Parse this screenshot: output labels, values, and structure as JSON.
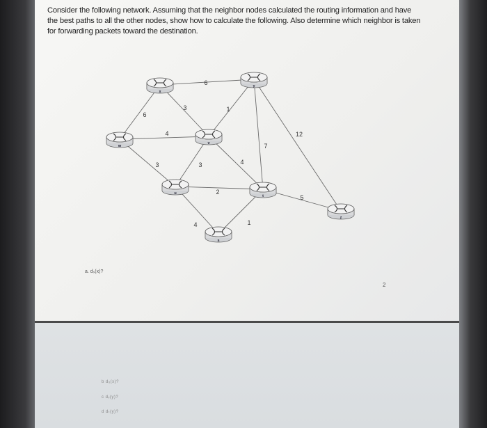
{
  "question": {
    "text": "Consider the following network. Assuming that the neighbor nodes calculated the routing information and have the best paths to all the other nodes, show how to calculate the following. Also determine which neighbor is taken for forwarding packets toward the destination."
  },
  "network": {
    "routers": [
      {
        "id": "x",
        "label": "x"
      },
      {
        "id": "y",
        "label": "y"
      },
      {
        "id": "w",
        "label": "w"
      },
      {
        "id": "v",
        "label": "v"
      },
      {
        "id": "u",
        "label": "u"
      },
      {
        "id": "t",
        "label": "t"
      },
      {
        "id": "z",
        "label": "z"
      },
      {
        "id": "s",
        "label": "s"
      }
    ],
    "links": [
      {
        "from": "x",
        "to": "y",
        "weight": "6"
      },
      {
        "from": "x",
        "to": "w",
        "weight": "6"
      },
      {
        "from": "x",
        "to": "v",
        "weight": "3"
      },
      {
        "from": "y",
        "to": "v",
        "weight": "1"
      },
      {
        "from": "y",
        "to": "z",
        "weight": "12"
      },
      {
        "from": "y",
        "to": "t",
        "weight": "7"
      },
      {
        "from": "w",
        "to": "v",
        "weight": "4"
      },
      {
        "from": "w",
        "to": "u",
        "weight": "3"
      },
      {
        "from": "v",
        "to": "u",
        "weight": "3"
      },
      {
        "from": "v",
        "to": "t",
        "weight": "4"
      },
      {
        "from": "u",
        "to": "t",
        "weight": "2"
      },
      {
        "from": "u",
        "to": "s",
        "weight": "4"
      },
      {
        "from": "t",
        "to": "s",
        "weight": "1"
      },
      {
        "from": "t",
        "to": "z",
        "weight": "5"
      }
    ]
  },
  "questions": {
    "a": "a.  dₛ(x)?",
    "a_side": "2",
    "b": "b   dᵤ(x)?",
    "c": "c   dᵥ(y)?",
    "d": "d   dₜ(y)?"
  }
}
